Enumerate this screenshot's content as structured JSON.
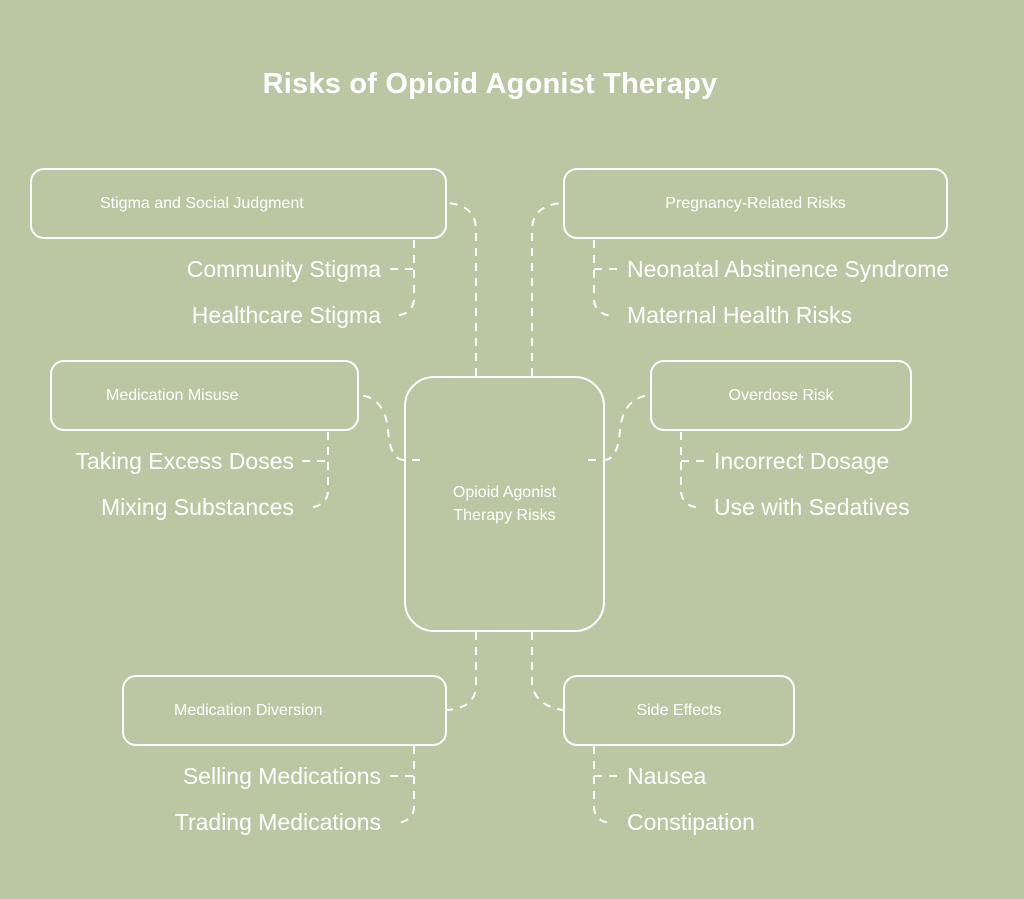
{
  "title": "Risks of Opioid Agonist Therapy",
  "colors": {
    "background": "#bbc6a3",
    "foreground": "#ffffff"
  },
  "center": {
    "label_line1": "Opioid Agonist",
    "label_line2": "Therapy Risks"
  },
  "branches": [
    {
      "label": "Stigma and Social Judgment",
      "children": [
        "Community Stigma",
        "Healthcare Stigma"
      ]
    },
    {
      "label": "Pregnancy-Related Risks",
      "children": [
        "Neonatal Abstinence Syndrome",
        "Maternal Health Risks"
      ]
    },
    {
      "label": "Medication Misuse",
      "children": [
        "Taking Excess Doses",
        "Mixing Substances"
      ]
    },
    {
      "label": "Overdose Risk",
      "children": [
        "Incorrect Dosage",
        "Use with Sedatives"
      ]
    },
    {
      "label": "Medication Diversion",
      "children": [
        "Selling Medications",
        "Trading Medications"
      ]
    },
    {
      "label": "Side Effects",
      "children": [
        "Nausea",
        "Constipation"
      ]
    }
  ]
}
